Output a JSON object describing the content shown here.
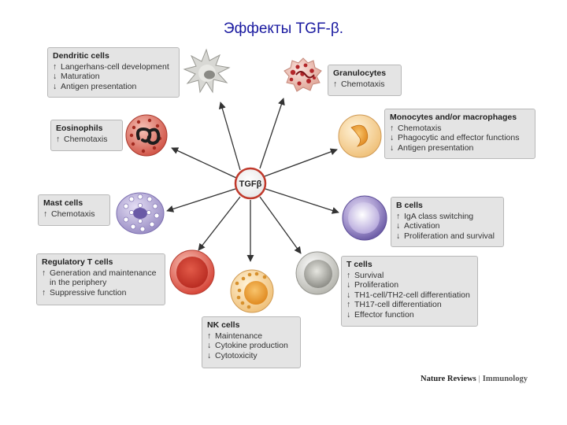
{
  "title": "Эффекты TGF-β.",
  "center": {
    "label": "TGFβ"
  },
  "boxes": [
    {
      "title": "Dendritic cells",
      "effects": [
        {
          "dir": "↑",
          "text": "Langerhans-cell development"
        },
        {
          "dir": "↓",
          "text": "Maturation"
        },
        {
          "dir": "↓",
          "text": "Antigen presentation"
        }
      ]
    },
    {
      "title": "Granulocytes",
      "effects": [
        {
          "dir": "↑",
          "text": "Chemotaxis"
        }
      ]
    },
    {
      "title": "Eosinophils",
      "effects": [
        {
          "dir": "↑",
          "text": "Chemotaxis"
        }
      ]
    },
    {
      "title": "Monocytes and/or macrophages",
      "effects": [
        {
          "dir": "↑",
          "text": "Chemotaxis"
        },
        {
          "dir": "↓",
          "text": "Phagocytic and effector functions"
        },
        {
          "dir": "↓",
          "text": "Antigen presentation"
        }
      ]
    },
    {
      "title": "Mast cells",
      "effects": [
        {
          "dir": "↑",
          "text": "Chemotaxis"
        }
      ]
    },
    {
      "title": "B cells",
      "effects": [
        {
          "dir": "↑",
          "text": "IgA class switching"
        },
        {
          "dir": "↓",
          "text": "Activation"
        },
        {
          "dir": "↓",
          "text": "Proliferation and survival"
        }
      ]
    },
    {
      "title": "Regulatory T cells",
      "effects": [
        {
          "dir": "↑",
          "text": "Generation and maintenance"
        },
        {
          "dir": "",
          "text": "in the periphery"
        },
        {
          "dir": "↑",
          "text": "Suppressive function"
        }
      ]
    },
    {
      "title": "T cells",
      "effects": [
        {
          "dir": "↑",
          "text": "Survival"
        },
        {
          "dir": "↓",
          "text": "Proliferation"
        },
        {
          "dir": "↓",
          "text": "TH1-cell/TH2-cell differentiation"
        },
        {
          "dir": "↑",
          "text": "TH17-cell differentiation"
        },
        {
          "dir": "↓",
          "text": "Effector function"
        }
      ]
    },
    {
      "title": "NK cells",
      "effects": [
        {
          "dir": "↑",
          "text": "Maintenance"
        },
        {
          "dir": "↓",
          "text": "Cytokine production"
        },
        {
          "dir": "↓",
          "text": "Cytotoxicity"
        }
      ]
    }
  ],
  "footer": {
    "journal": "Nature Reviews",
    "separator": "|",
    "subject": "Immunology"
  },
  "colors": {
    "title": "#1a1aa0",
    "box": "#e4e4e4",
    "arrow": "#333333",
    "hub": "#c0392b"
  }
}
